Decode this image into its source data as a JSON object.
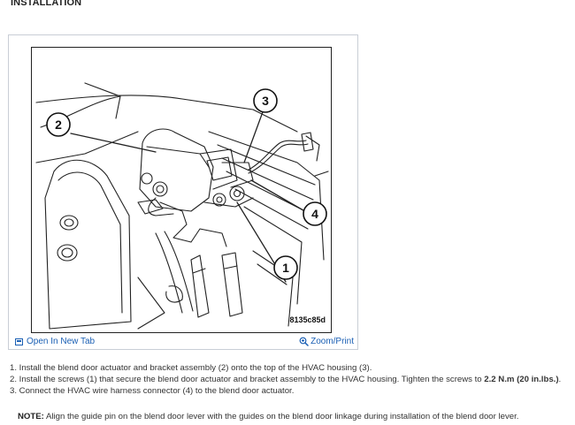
{
  "heading": "INSTALLATION",
  "figure": {
    "code": "8135c85d",
    "callouts": [
      "1",
      "2",
      "3",
      "4"
    ]
  },
  "links": {
    "open_new_tab": "Open In New Tab",
    "zoom_print": "Zoom/Print"
  },
  "steps": [
    {
      "text": "1. Install the blend door actuator and bracket assembly (2) onto the top of the HVAC housing (3)."
    },
    {
      "text": "2. Install the screws (1) that secure the blend door actuator and bracket assembly to the HVAC housing. Tighten the screws to ",
      "bold": "2.2 N.m (20 in.lbs.)",
      "after": "."
    },
    {
      "text": "3. Connect the HVAC wire harness connector (4) to the blend door actuator."
    }
  ],
  "note": {
    "label": "NOTE:",
    "text": " Align the guide pin on the blend door lever with the guides on the blend door linkage during installation of the blend door lever."
  },
  "colors": {
    "link": "#1a5fb4",
    "card_border": "#c9ced6"
  },
  "icons": {
    "open_new_tab": "open-new-tab-icon",
    "zoom": "magnifier-icon"
  }
}
